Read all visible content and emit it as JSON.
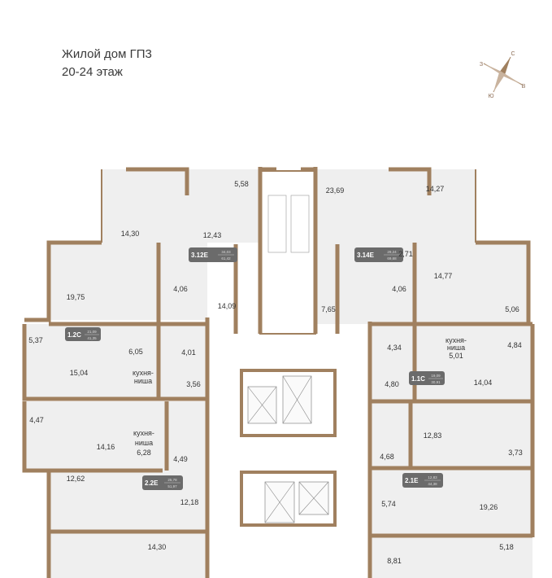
{
  "header": {
    "building": "Жилой дом ГП3",
    "floors": "20-24 этаж"
  },
  "compass": {
    "north": "С",
    "west": "З",
    "east": "В",
    "south": "Ю"
  },
  "colors": {
    "wall": "#a0805f",
    "room": "#efefef",
    "badge": "#6b6b6b"
  },
  "apartments": [
    {
      "code": "3.12Е",
      "living": "34,03",
      "total": "61,42"
    },
    {
      "code": "3.14Е",
      "living": "29,24",
      "total": "69,68"
    },
    {
      "code": "1.2С",
      "living": "21,09",
      "total": "41,35"
    },
    {
      "code": "1.1С",
      "living": "19,09",
      "total": "30,91"
    },
    {
      "code": "2.2Е",
      "living": "25,78",
      "total": "51,97"
    },
    {
      "code": "2.1Е",
      "living": "12,83",
      "total": "44,38"
    }
  ],
  "rooms": [
    "5,58",
    "23,69",
    "14,27",
    "14,30",
    "12,43",
    "19,75",
    "4,06",
    "14,09",
    "2,71",
    "14,77",
    "4,06",
    "7,65",
    "5,06",
    "5,37",
    "6,05",
    "4,01",
    "15,04",
    "3,56",
    "4,34",
    "5,01",
    "4,84",
    "4,80",
    "14,04",
    "4,47",
    "14,16",
    "6,28",
    "4,49",
    "12,83",
    "4,68",
    "3,73",
    "12,62",
    "12,18",
    "5,74",
    "19,26",
    "14,30",
    "8,81",
    "5,18"
  ],
  "kitchen_niche": {
    "line1": "кухня-",
    "line2": "ниша"
  }
}
